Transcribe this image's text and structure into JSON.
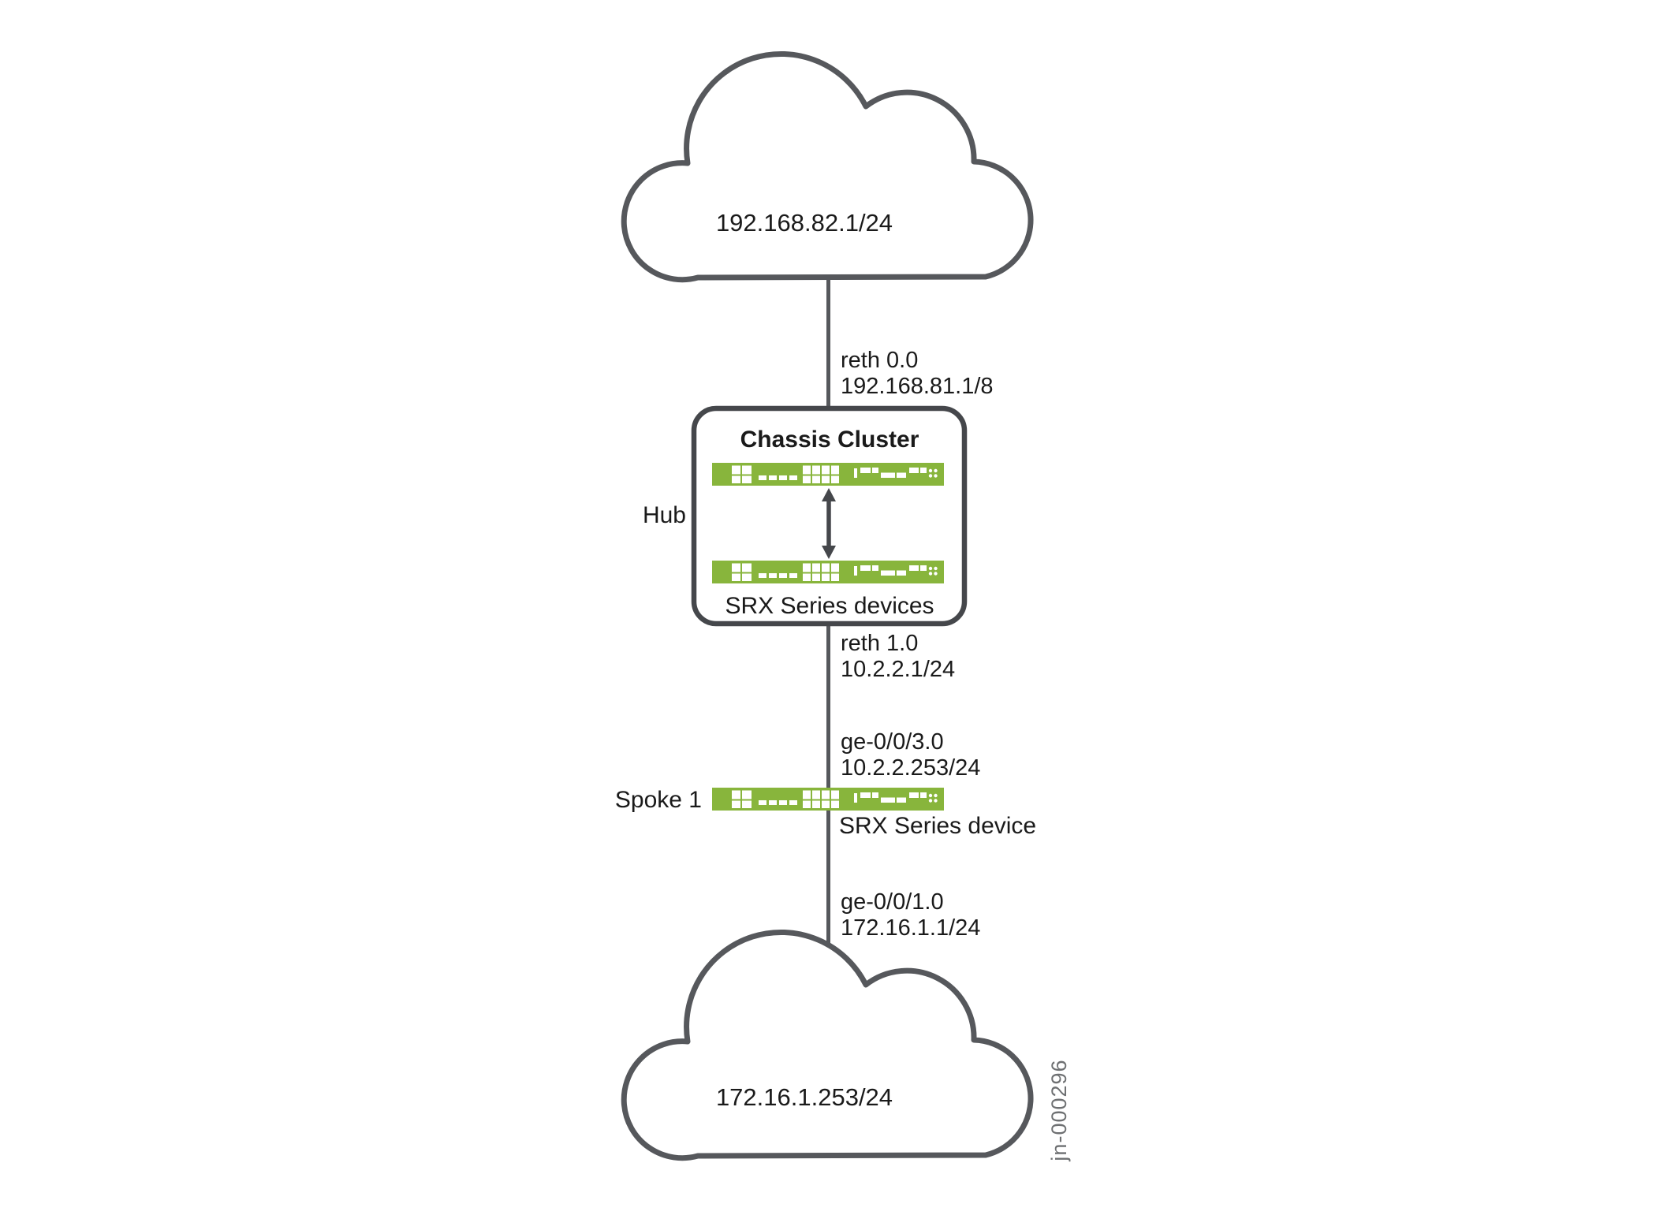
{
  "diagram": {
    "colors": {
      "device_green": "#88B53C",
      "stroke_gray": "#56585C",
      "dark_gray": "#45474B",
      "text_black": "#1A1A1A",
      "figure_gray": "#6E7072"
    },
    "top_cloud": {
      "label": "192.168.82.1/24"
    },
    "hub_uplink": {
      "interface": "reth 0.0",
      "address": "192.168.81.1/8"
    },
    "chassis_cluster": {
      "title": "Chassis Cluster",
      "side_label": "Hub",
      "caption": "SRX Series devices"
    },
    "hub_downlink": {
      "interface": "reth 1.0",
      "address": "10.2.2.1/24"
    },
    "spoke_uplink": {
      "interface": "ge-0/0/3.0",
      "address": "10.2.2.253/24"
    },
    "spoke": {
      "side_label": "Spoke 1",
      "caption": "SRX Series device"
    },
    "spoke_downlink": {
      "interface": "ge-0/0/1.0",
      "address": "172.16.1.1/24"
    },
    "bottom_cloud": {
      "label": "172.16.1.253/24"
    },
    "figure_id": "jn-000296"
  }
}
